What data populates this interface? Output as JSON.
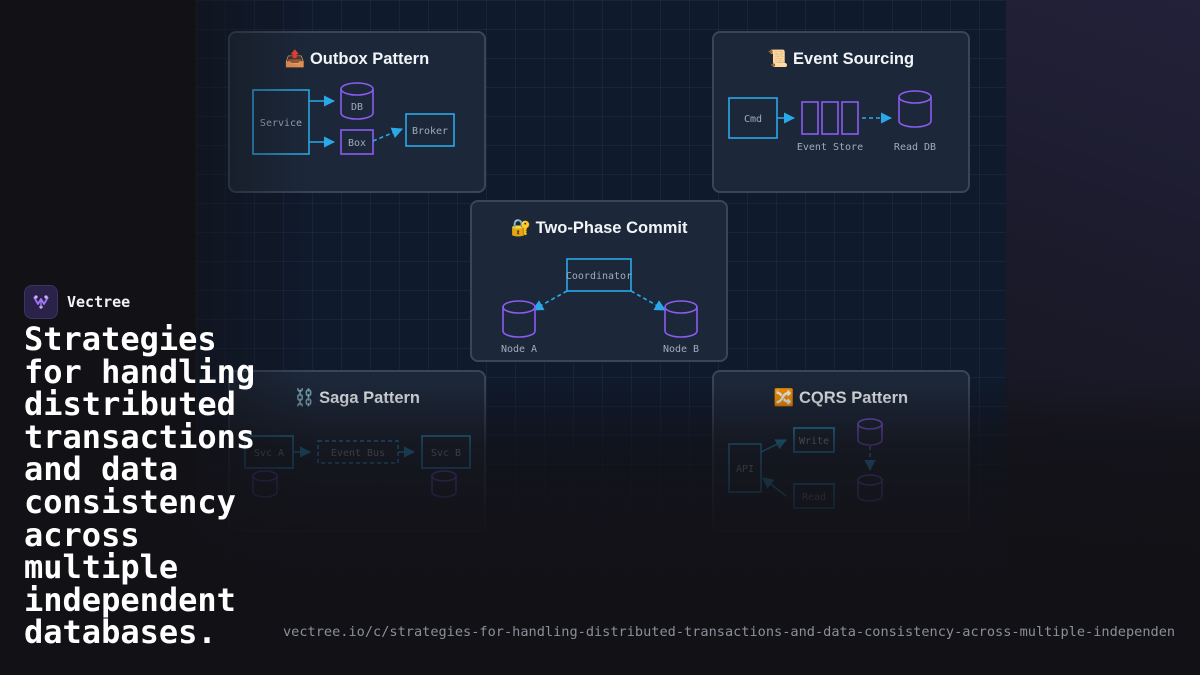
{
  "brand": {
    "name": "Vectree"
  },
  "headline": "Strategies\nfor handling\ndistributed\ntransactions\nand data\nconsistency\nacross\nmultiple\nindependent\ndatabases.",
  "url": "vectree.io/c/strategies-for-handling-distributed-transactions-and-data-consistency-across-multiple-independen",
  "cards": {
    "outbox": {
      "title": "📤 Outbox Pattern",
      "labels": {
        "service": "Service",
        "db": "DB",
        "box": "Box",
        "broker": "Broker"
      }
    },
    "event_sourcing": {
      "title": "📜 Event Sourcing",
      "labels": {
        "cmd": "Cmd",
        "event_store": "Event Store",
        "read_db": "Read DB"
      }
    },
    "two_phase": {
      "title": "🔐 Two-Phase Commit",
      "labels": {
        "coordinator": "Coordinator",
        "node_a": "Node A",
        "node_b": "Node B"
      }
    },
    "saga": {
      "title": "⛓️ Saga Pattern",
      "labels": {
        "svc_a": "Svc A",
        "event_bus": "Event Bus",
        "svc_b": "Svc B"
      }
    },
    "cqrs": {
      "title": "🔀 CQRS Pattern",
      "labels": {
        "api": "API",
        "write": "Write",
        "read": "Read"
      }
    }
  },
  "colors": {
    "blue": "#2aa8e8",
    "purple": "#8a5cf0",
    "background": "#0f1a2c",
    "card": "#1c283a"
  }
}
